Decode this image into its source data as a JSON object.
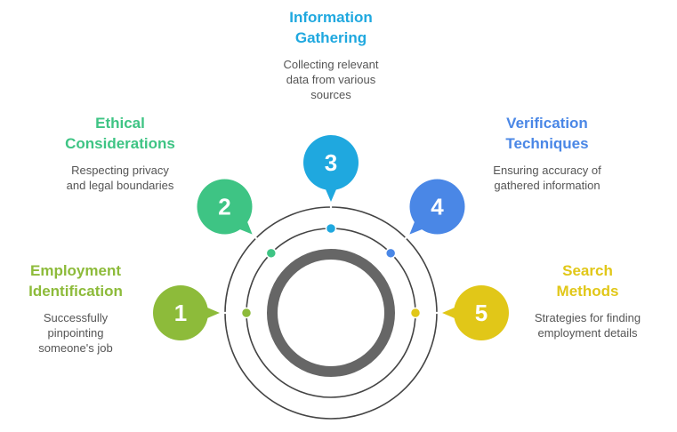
{
  "steps": [
    {
      "number": "1",
      "title_line1": "Employment",
      "title_line2": "Identification",
      "desc_lines": [
        "Successfully",
        "pinpointing",
        "someone's job"
      ],
      "color": "#8dbb3a"
    },
    {
      "number": "2",
      "title_line1": "Ethical",
      "title_line2": "Considerations",
      "desc_lines": [
        "Respecting privacy",
        "and legal boundaries"
      ],
      "color": "#3ec484"
    },
    {
      "number": "3",
      "title_line1": "Information",
      "title_line2": "Gathering",
      "desc_lines": [
        "Collecting relevant",
        "data from various",
        "sources"
      ],
      "color": "#1fa8df"
    },
    {
      "number": "4",
      "title_line1": "Verification",
      "title_line2": "Techniques",
      "desc_lines": [
        "Ensuring accuracy of",
        "gathered information"
      ],
      "color": "#4a87e6"
    },
    {
      "number": "5",
      "title_line1": "Search",
      "title_line2": "Methods",
      "desc_lines": [
        "Strategies for finding",
        "employment details"
      ],
      "color": "#e1c718"
    }
  ],
  "colors": {
    "ring": "#666666",
    "line": "#444444"
  }
}
